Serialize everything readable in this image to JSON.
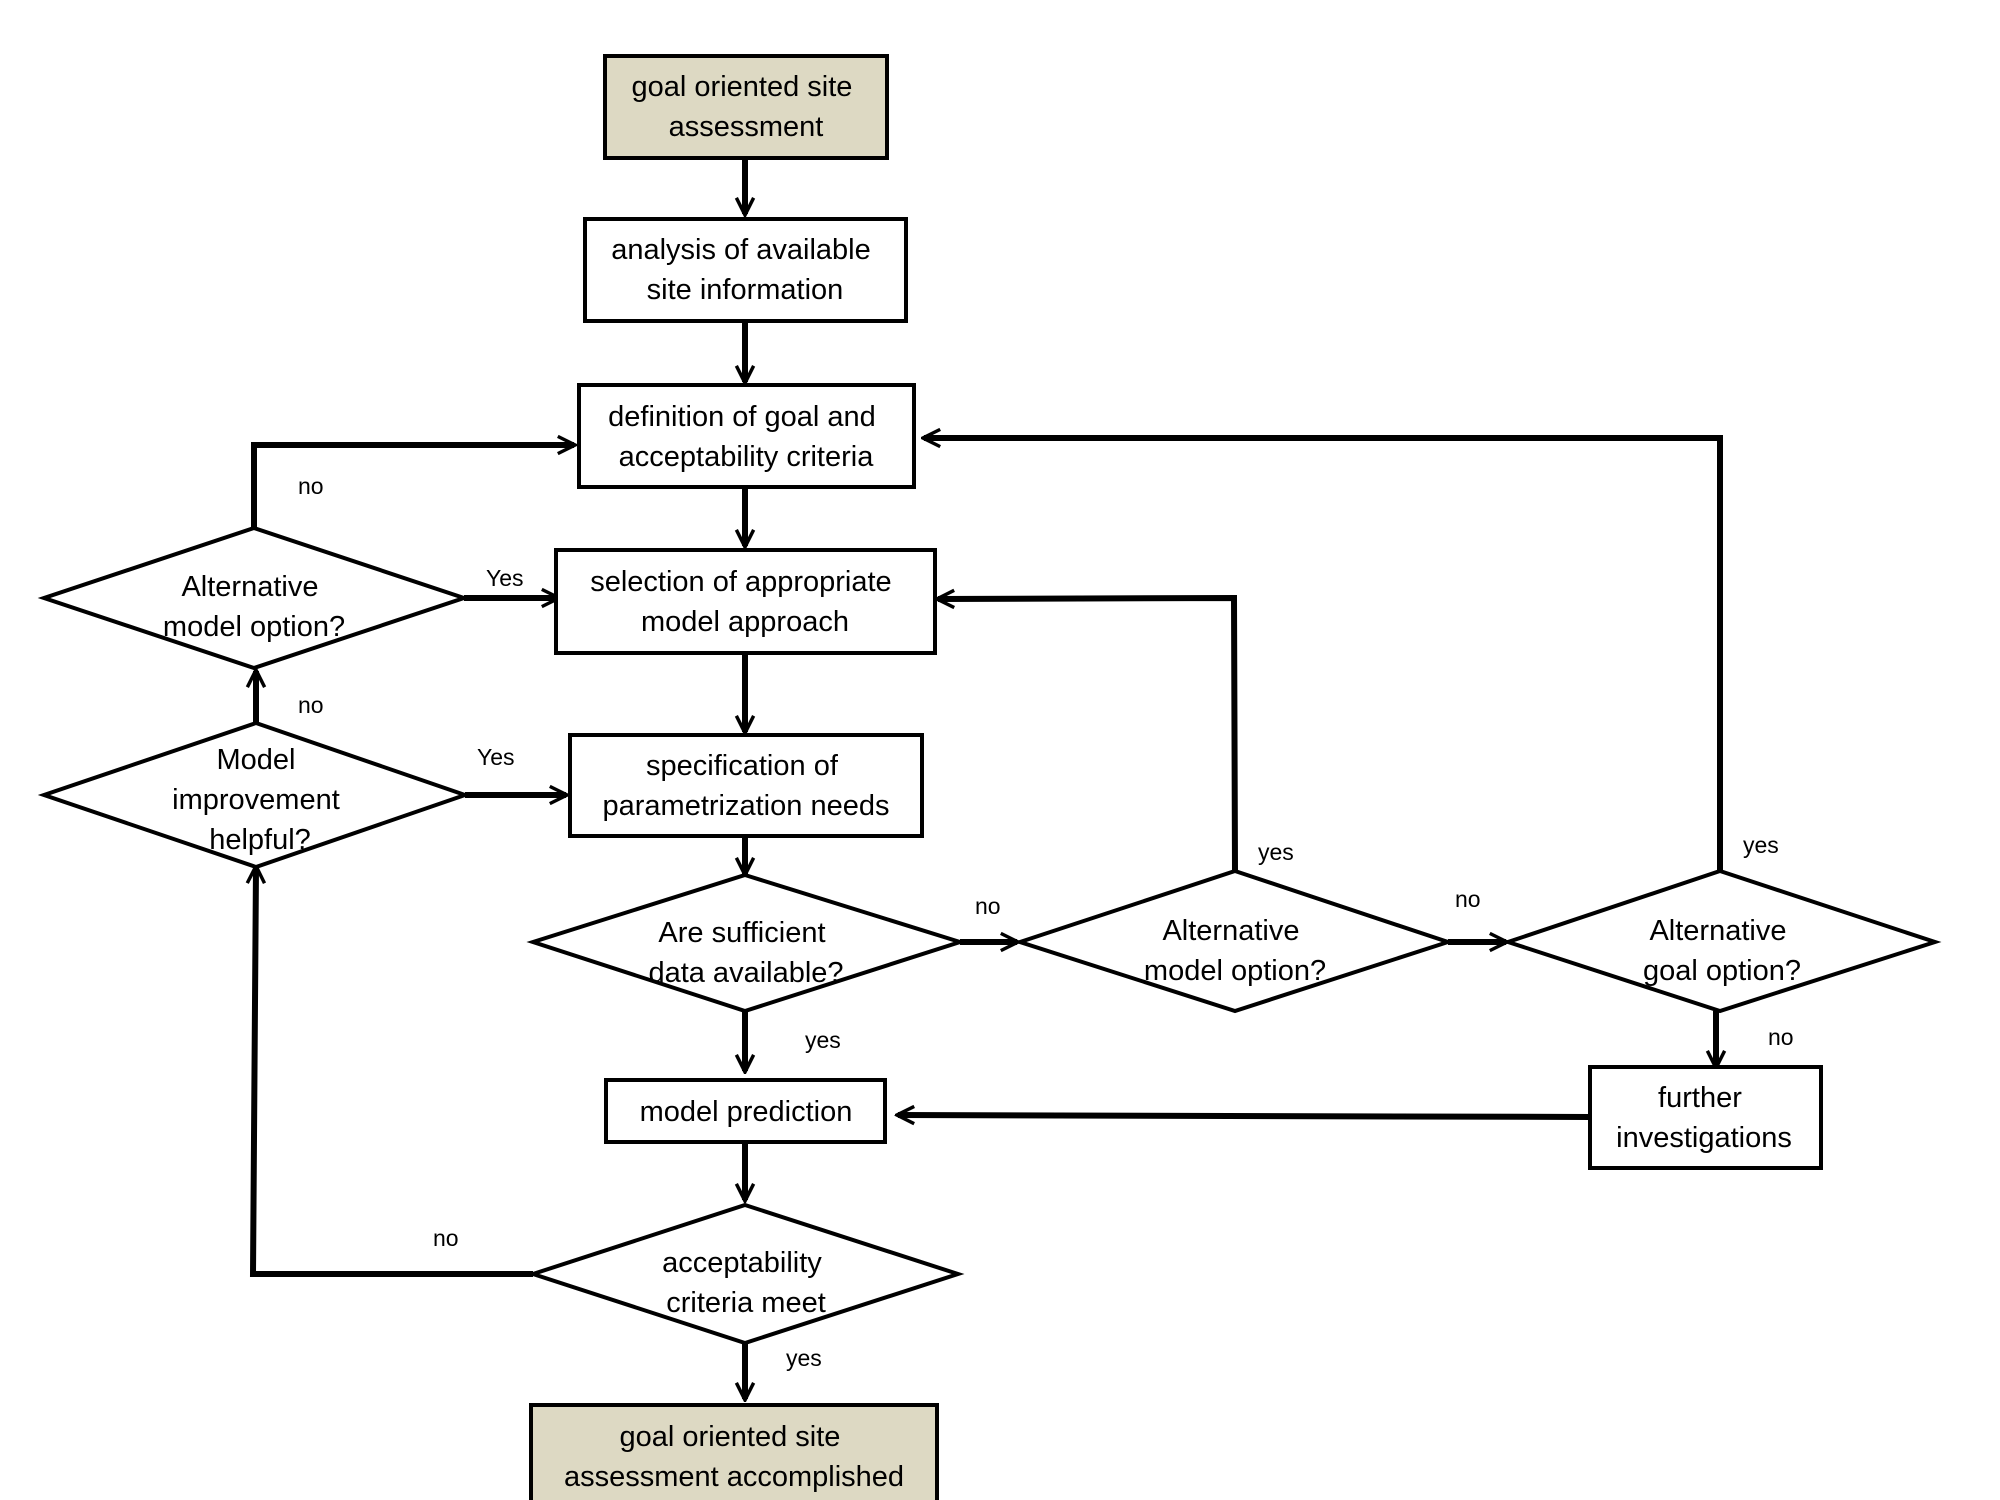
{
  "colors": {
    "background": "#ffffff",
    "stroke": "#000000",
    "terminal_fill": "#ddd9c3",
    "process_fill": "#ffffff"
  },
  "nodes": {
    "start": {
      "shape": "terminal",
      "lines": [
        "goal oriented site",
        "assessment"
      ]
    },
    "analysis": {
      "shape": "process",
      "lines": [
        "analysis of available",
        "site information"
      ]
    },
    "definition": {
      "shape": "process",
      "lines": [
        "definition of goal and",
        "acceptability criteria"
      ]
    },
    "selection": {
      "shape": "process",
      "lines": [
        "selection of appropriate",
        "model approach"
      ]
    },
    "specification": {
      "shape": "process",
      "lines": [
        "specification of",
        "parametrization needs"
      ]
    },
    "sufficient_data": {
      "shape": "decision",
      "lines": [
        "Are sufficient",
        "data available?"
      ]
    },
    "alt_model_mid": {
      "shape": "decision",
      "lines": [
        "Alternative",
        "model option?"
      ]
    },
    "alt_goal": {
      "shape": "decision",
      "lines": [
        "Alternative",
        "goal option?"
      ]
    },
    "model_prediction": {
      "shape": "process",
      "lines": [
        "model prediction"
      ]
    },
    "further_investigations": {
      "shape": "process",
      "lines": [
        "further",
        "investigations"
      ]
    },
    "acceptability": {
      "shape": "decision",
      "lines": [
        "acceptability",
        "criteria meet"
      ]
    },
    "end": {
      "shape": "terminal",
      "lines": [
        "goal oriented site",
        "assessment  accomplished"
      ]
    },
    "alt_model_left": {
      "shape": "decision",
      "lines": [
        "Alternative",
        "model option?"
      ]
    },
    "model_improvement": {
      "shape": "decision",
      "lines": [
        "Model",
        "improvement",
        "helpful?"
      ]
    }
  },
  "edge_labels": {
    "left_top_no": "no",
    "left_top_yes": "Yes",
    "left_mid_no": "no",
    "left_mid_yes": "Yes",
    "data_no": "no",
    "data_yes": "yes",
    "alt_model_yes": "yes",
    "alt_model_no": "no",
    "alt_goal_yes": "yes",
    "alt_goal_no": "no",
    "accept_no": "no",
    "accept_yes": "yes"
  }
}
